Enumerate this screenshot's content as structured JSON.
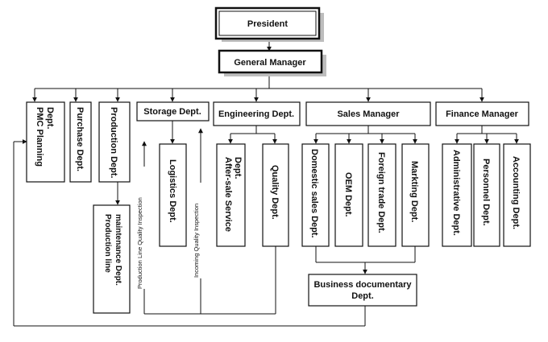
{
  "nodes": {
    "president": "President",
    "general_manager": "General Manager",
    "pmc_planning": [
      "PMC Planning",
      "Dept."
    ],
    "purchase": "Purchase Dept.",
    "production": "Production Dept.",
    "storage": "Storage Dept.",
    "engineering": "Engineering Dept.",
    "sales_manager": "Sales Manager",
    "finance_manager": "Finance Manager",
    "logistics": "Logistics Dept.",
    "after_sale": [
      "After-sale Service",
      "Dept."
    ],
    "quality": "Quality Dept.",
    "domestic_sales": "Domestic sales Dept.",
    "oem": "OEM Dept.",
    "foreign_trade": "Foreign trade Dept.",
    "markting": "Markting Dept.",
    "administrative": "Administrative Dept.",
    "personnel": "Personnel Dept.",
    "accounting": "Accounting Dept.",
    "production_line_maintenance": [
      "Production line",
      "maintenance Dept."
    ],
    "business_documentary": [
      "Business documentary",
      "Dept."
    ]
  },
  "annotations": {
    "production_line_quality_inspection": "Production Line Quality Inspection",
    "incoming_quality_inspection": "Incoming Quality Inspection"
  }
}
